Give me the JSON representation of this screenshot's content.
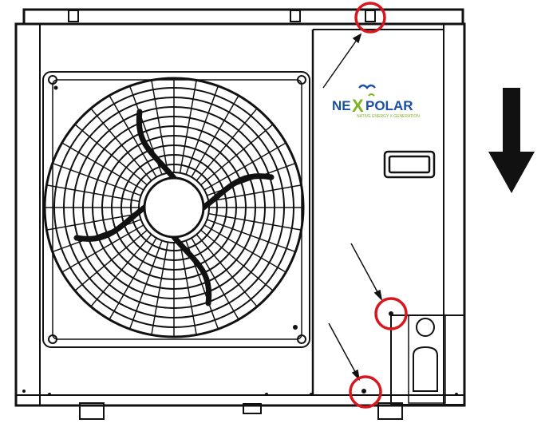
{
  "logo": {
    "brand_prefix": "NE",
    "brand_x": "X",
    "brand_suffix": "POLAR",
    "tagline": "NATIVE ENERGY X GENERATION"
  },
  "colors": {
    "line": "#111111",
    "highlight_circle": "#d8161d",
    "brand_blue": "#1a4fa3",
    "brand_green": "#7ab51d",
    "background": "#ffffff"
  },
  "icons": {
    "direction_arrow": "down-arrow-icon",
    "logo_bird": "bird-icon"
  },
  "annotations": {
    "highlighted_screw_count": 3
  }
}
